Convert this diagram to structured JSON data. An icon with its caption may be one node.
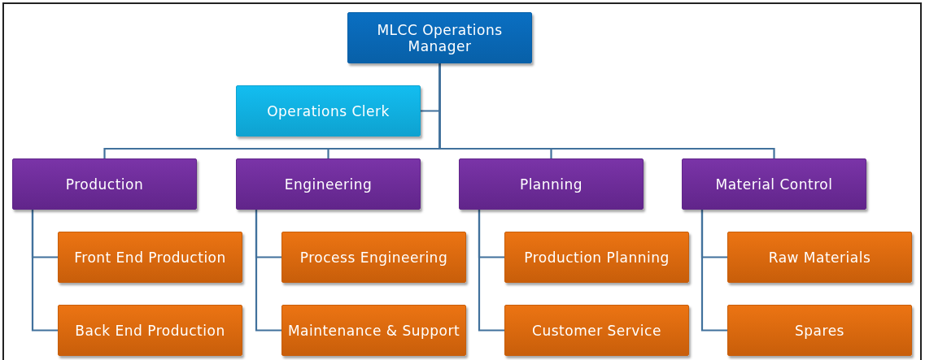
{
  "diagram": {
    "nodes": [
      {
        "text": [
          "MLCC Operations Manager"
        ]
      },
      {
        "text": [
          "Operations Clerk"
        ]
      },
      {
        "text": [
          "Production"
        ]
      },
      {
        "text": [
          "Engineering"
        ]
      },
      {
        "text": [
          "Planning"
        ]
      },
      {
        "text": [
          "Material Control"
        ]
      },
      {
        "text": [
          "Front End Production"
        ]
      },
      {
        "text": [
          "Back End Production"
        ]
      },
      {
        "text": [
          "Process Engineering"
        ]
      },
      {
        "text": [
          "Maintenance & Support"
        ]
      },
      {
        "text": [
          "Production Planning"
        ]
      },
      {
        "text": [
          "Customer Service"
        ]
      },
      {
        "text": [
          "Raw Materials"
        ]
      },
      {
        "text": [
          "Spares"
        ]
      }
    ],
    "edges": [
      {
        "from": 0,
        "to": 1,
        "arrow": "none"
      },
      {
        "from": 0,
        "to": 2,
        "arrow": "none"
      },
      {
        "from": 0,
        "to": 3,
        "arrow": "none"
      },
      {
        "from": 0,
        "to": 4,
        "arrow": "none"
      },
      {
        "from": 0,
        "to": 5,
        "arrow": "none"
      },
      {
        "from": 2,
        "to": 6,
        "arrow": "none"
      },
      {
        "from": 2,
        "to": 7,
        "arrow": "none"
      },
      {
        "from": 3,
        "to": 8,
        "arrow": "none"
      },
      {
        "from": 3,
        "to": 9,
        "arrow": "none"
      },
      {
        "from": 4,
        "to": 10,
        "arrow": "none"
      },
      {
        "from": 4,
        "to": 11,
        "arrow": "none"
      },
      {
        "from": 5,
        "to": 12,
        "arrow": "none"
      },
      {
        "from": 5,
        "to": 13,
        "arrow": "none"
      }
    ]
  }
}
